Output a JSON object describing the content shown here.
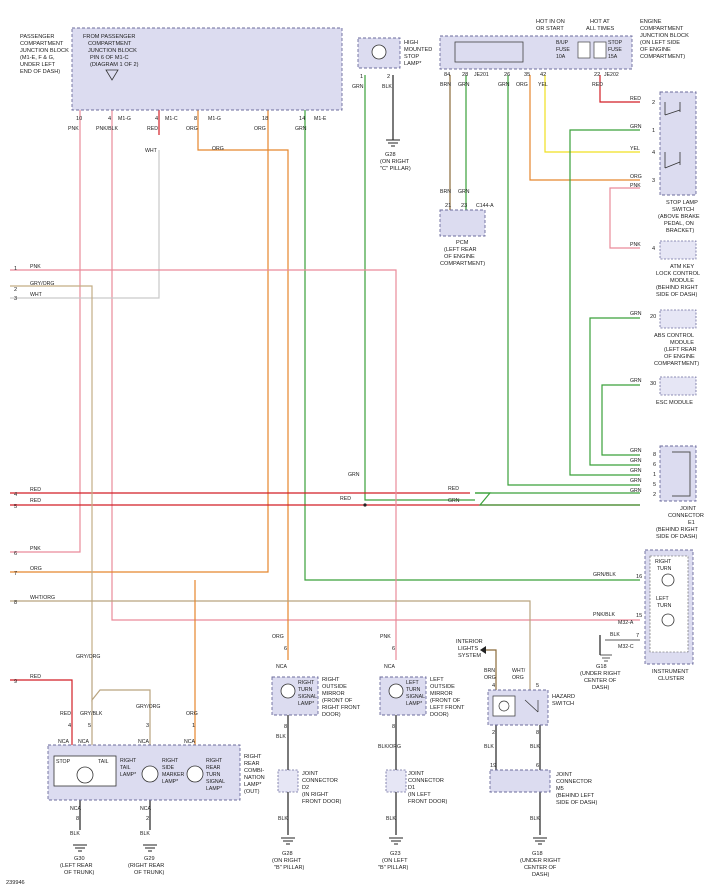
{
  "diagram_id": "239946",
  "pass_jb": {
    "l1": "PASSENGER",
    "l2": "COMPARTMENT",
    "l3": "JUNCTION BLOCK",
    "l4": "(M1-E, F & G,",
    "l5": "UNDER LEFT",
    "l6": "END OF DASH)",
    "ref1": "FROM PASSENGER",
    "ref2": "COMPARTMENT",
    "ref3": "JUNCTION BLOCK",
    "ref4": "PIN 6 OF M1-C",
    "ref5": "(DIAGRAM 1 OF 2)",
    "pins": [
      "10",
      "4",
      "4",
      "8",
      "18",
      "14"
    ],
    "conns": [
      "M1-G",
      "M1-C",
      "M1-G",
      "M1-E"
    ],
    "wires": [
      "PNK",
      "PNK/BLK",
      "RED",
      "ORG",
      "ORG",
      "GRN",
      "WHT",
      "ORG"
    ]
  },
  "hmsl": {
    "l1": "HIGH",
    "l2": "MOUNTED",
    "l3": "STOP",
    "l4": "LAMP*",
    "pins": [
      "1",
      "2"
    ],
    "wires": [
      "GRN",
      "BLK"
    ],
    "g1": "G28",
    "g2": "(ON RIGHT",
    "g3": "\"C\" PILLAR)"
  },
  "eng_jb": {
    "l1": "ENGINE",
    "l2": "COMPARTMENT",
    "l3": "JUNCTION BLOCK",
    "l4": "(ON LEFT SIDE",
    "l5": "OF ENGINE",
    "l6": "COMPARTMENT)",
    "hot1a": "HOT IN ON",
    "hot1b": "OR START",
    "hot2a": "HOT AT",
    "hot2b": "ALL TIMES",
    "fuse1a": "B/UP",
    "fuse1b": "FUSE",
    "fuse1c": "10A",
    "fuse2a": "STOP",
    "fuse2b": "FUSE",
    "fuse2c": "15A",
    "pins": [
      "84",
      "28",
      "26",
      "35",
      "42",
      "22"
    ],
    "conns": [
      "JE201",
      "JE202"
    ],
    "wires": [
      "BRN",
      "GRN",
      "GRN",
      "ORG",
      "YEL",
      "RED"
    ]
  },
  "pcm": {
    "l1": "PCM",
    "l2": "(LEFT REAR",
    "l3": "OF ENGINE",
    "l4": "COMPARTMENT)",
    "pins": [
      "21",
      "23"
    ],
    "conn": "C144-A",
    "wires": [
      "BRN",
      "GRN"
    ]
  },
  "stop_switch": {
    "l1": "STOP LAMP",
    "l2": "SWITCH",
    "l3": "(ABOVE BRAKE",
    "l4": "PEDAL, ON",
    "l5": "BRACKET)",
    "pins": [
      "2",
      "1",
      "4",
      "3"
    ],
    "wires": [
      "RED",
      "GRN",
      "YEL",
      "ORG",
      "PNK"
    ]
  },
  "atm": {
    "l1": "ATM KEY",
    "l2": "LOCK CONTROL",
    "l3": "MODULE",
    "l4": "(BEHIND RIGHT",
    "l5": "SIDE OF DASH)",
    "pin": "4",
    "wire": "PNK"
  },
  "abs": {
    "l1": "ABS CONTROL",
    "l2": "MODULE",
    "l3": "(LEFT REAR",
    "l4": "OF ENGINE",
    "l5": "COMPARTMENT)",
    "pin": "20",
    "wire": "GRN"
  },
  "esc": {
    "l1": "ESC MODULE",
    "pin": "30",
    "wire": "GRN"
  },
  "jc_e1": {
    "l1": "JOINT",
    "l2": "CONNECTOR",
    "l3": "E1",
    "l4": "(BEHIND RIGHT",
    "l5": "SIDE OF DASH)",
    "pins": [
      "8",
      "6",
      "1",
      "5",
      "2"
    ],
    "wire": "GRN"
  },
  "cluster": {
    "l1": "INSTRUMENT",
    "l2": "CLUSTER",
    "rt1": "RIGHT",
    "rt2": "TURN",
    "lt1": "LEFT",
    "lt2": "TURN",
    "pins": [
      "16",
      "15",
      "7"
    ],
    "conn1": "M32-A",
    "conn2": "M32-C",
    "wires": [
      "GRN/BLK",
      "PNK/BLK",
      "BLK"
    ],
    "g1": "G18",
    "g2": "(UNDER RIGHT",
    "g3": "CENTER OF",
    "g4": "DASH)"
  },
  "left_refs": {
    "nums": [
      "1",
      "2",
      "3",
      "4",
      "5",
      "6",
      "7",
      "8",
      "9"
    ],
    "wires": [
      "PNK",
      "GRY/ORG",
      "WHT",
      "RED",
      "RED",
      "PNK",
      "ORG",
      "WHT/ORG",
      "RED"
    ]
  },
  "mid_labels": [
    "GRN",
    "RED",
    "GRN",
    "RED"
  ],
  "rear_lamp": {
    "l1": "RIGHT",
    "l2": "REAR",
    "l3": "COMBI-",
    "l4": "NATION",
    "l5": "LAMP*",
    "l6": "(OUT)",
    "stop": "STOP",
    "tail": "TAIL",
    "rtl1": "RIGHT",
    "rtl2": "TAIL",
    "rtl3": "LAMP*",
    "sm1": "RIGHT",
    "sm2": "SIDE",
    "sm3": "MARKER",
    "sm4": "LAMP*",
    "rt1": "RIGHT",
    "rt2": "REAR",
    "rt3": "TURN",
    "rt4": "SIGNAL",
    "rt5": "LAMP*",
    "pins_top": [
      "4",
      "5",
      "3",
      "1"
    ],
    "pins_bot": [
      "8",
      "2"
    ],
    "wires": [
      "RED",
      "GRY/BLK",
      "GRY/ORG",
      "ORG",
      "GRY/ORG",
      "BLK",
      "BLK",
      "NCA"
    ],
    "g30a": "G30",
    "g30b": "(LEFT REAR",
    "g30c": "OF TRUNK)",
    "g29a": "G29",
    "g29b": "(RIGHT REAR",
    "g29c": "OF TRUNK)"
  },
  "mirror_r": {
    "l1": "RIGHT",
    "l2": "OUTSIDE",
    "l3": "MIRROR",
    "l4": "(FRONT OF",
    "l5": "RIGHT FRONT",
    "l6": "DOOR)",
    "s1": "RIGHT",
    "s2": "TURN",
    "s3": "SIGNAL",
    "s4": "LAMP*",
    "pins": [
      "6",
      "8"
    ],
    "wires": [
      "ORG",
      "NCA",
      "BLK"
    ]
  },
  "mirror_l": {
    "l1": "LEFT",
    "l2": "OUTSIDE",
    "l3": "MIRROR",
    "l4": "(FRONT OF",
    "l5": "LEFT FRONT",
    "l6": "DOOR)",
    "s1": "LEFT",
    "s2": "TURN",
    "s3": "SIGNAL",
    "s4": "LAMP*",
    "pins": [
      "6",
      "8"
    ],
    "wires": [
      "PNK",
      "NCA",
      "BLK/ORG"
    ]
  },
  "jc_d2": {
    "l1": "JOINT",
    "l2": "CONNECTOR",
    "l3": "D2",
    "l4": "(IN RIGHT",
    "l5": "FRONT DOOR)",
    "wire": "BLK",
    "g1": "G28",
    "g2": "(ON RIGHT",
    "g3": "\"B\" PILLAR)"
  },
  "jc_d1": {
    "l1": "JOINT",
    "l2": "CONNECTOR",
    "l3": "D1",
    "l4": "(IN LEFT",
    "l5": "FRONT DOOR)",
    "wire": "BLK",
    "g1": "G23",
    "g2": "(ON LEFT",
    "g3": "\"B\" PILLAR)"
  },
  "interior": {
    "l1": "INTERIOR",
    "l2": "LIGHTS",
    "l3": "SYSTEM"
  },
  "hazard": {
    "l1": "HAZARD",
    "l2": "SWITCH",
    "pins": [
      "4",
      "5",
      "2",
      "8"
    ],
    "wires": [
      "BRN",
      "ORG",
      "WHT/",
      "ORG",
      "BLK",
      "BLK"
    ]
  },
  "jc_m5": {
    "l1": "JOINT",
    "l2": "CONNECTOR",
    "l3": "M5",
    "l4": "(BEHIND LEFT",
    "l5": "SIDE OF DASH)",
    "pins": [
      "19",
      "6"
    ],
    "wire": "BLK",
    "g1": "G18",
    "g2": "(UNDER RIGHT",
    "g3": "CENTER OF",
    "g4": "DASH)"
  },
  "colors": {
    "red": "#d21f26",
    "green": "#3aa13a",
    "orange": "#e5862d",
    "pink": "#e98b9a",
    "yellow": "#f0e020",
    "box": "#dcdcf0"
  }
}
